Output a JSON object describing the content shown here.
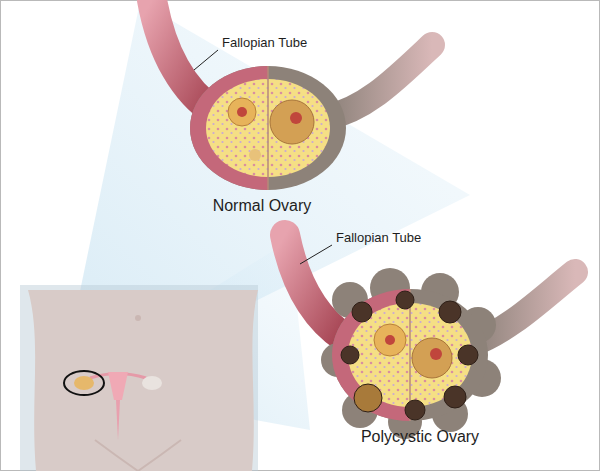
{
  "diagram": {
    "labels": [
      "Fallopian Tube",
      "Normal Ovary",
      "Fallopian Tube",
      "Polycystic Ovary"
    ]
  }
}
